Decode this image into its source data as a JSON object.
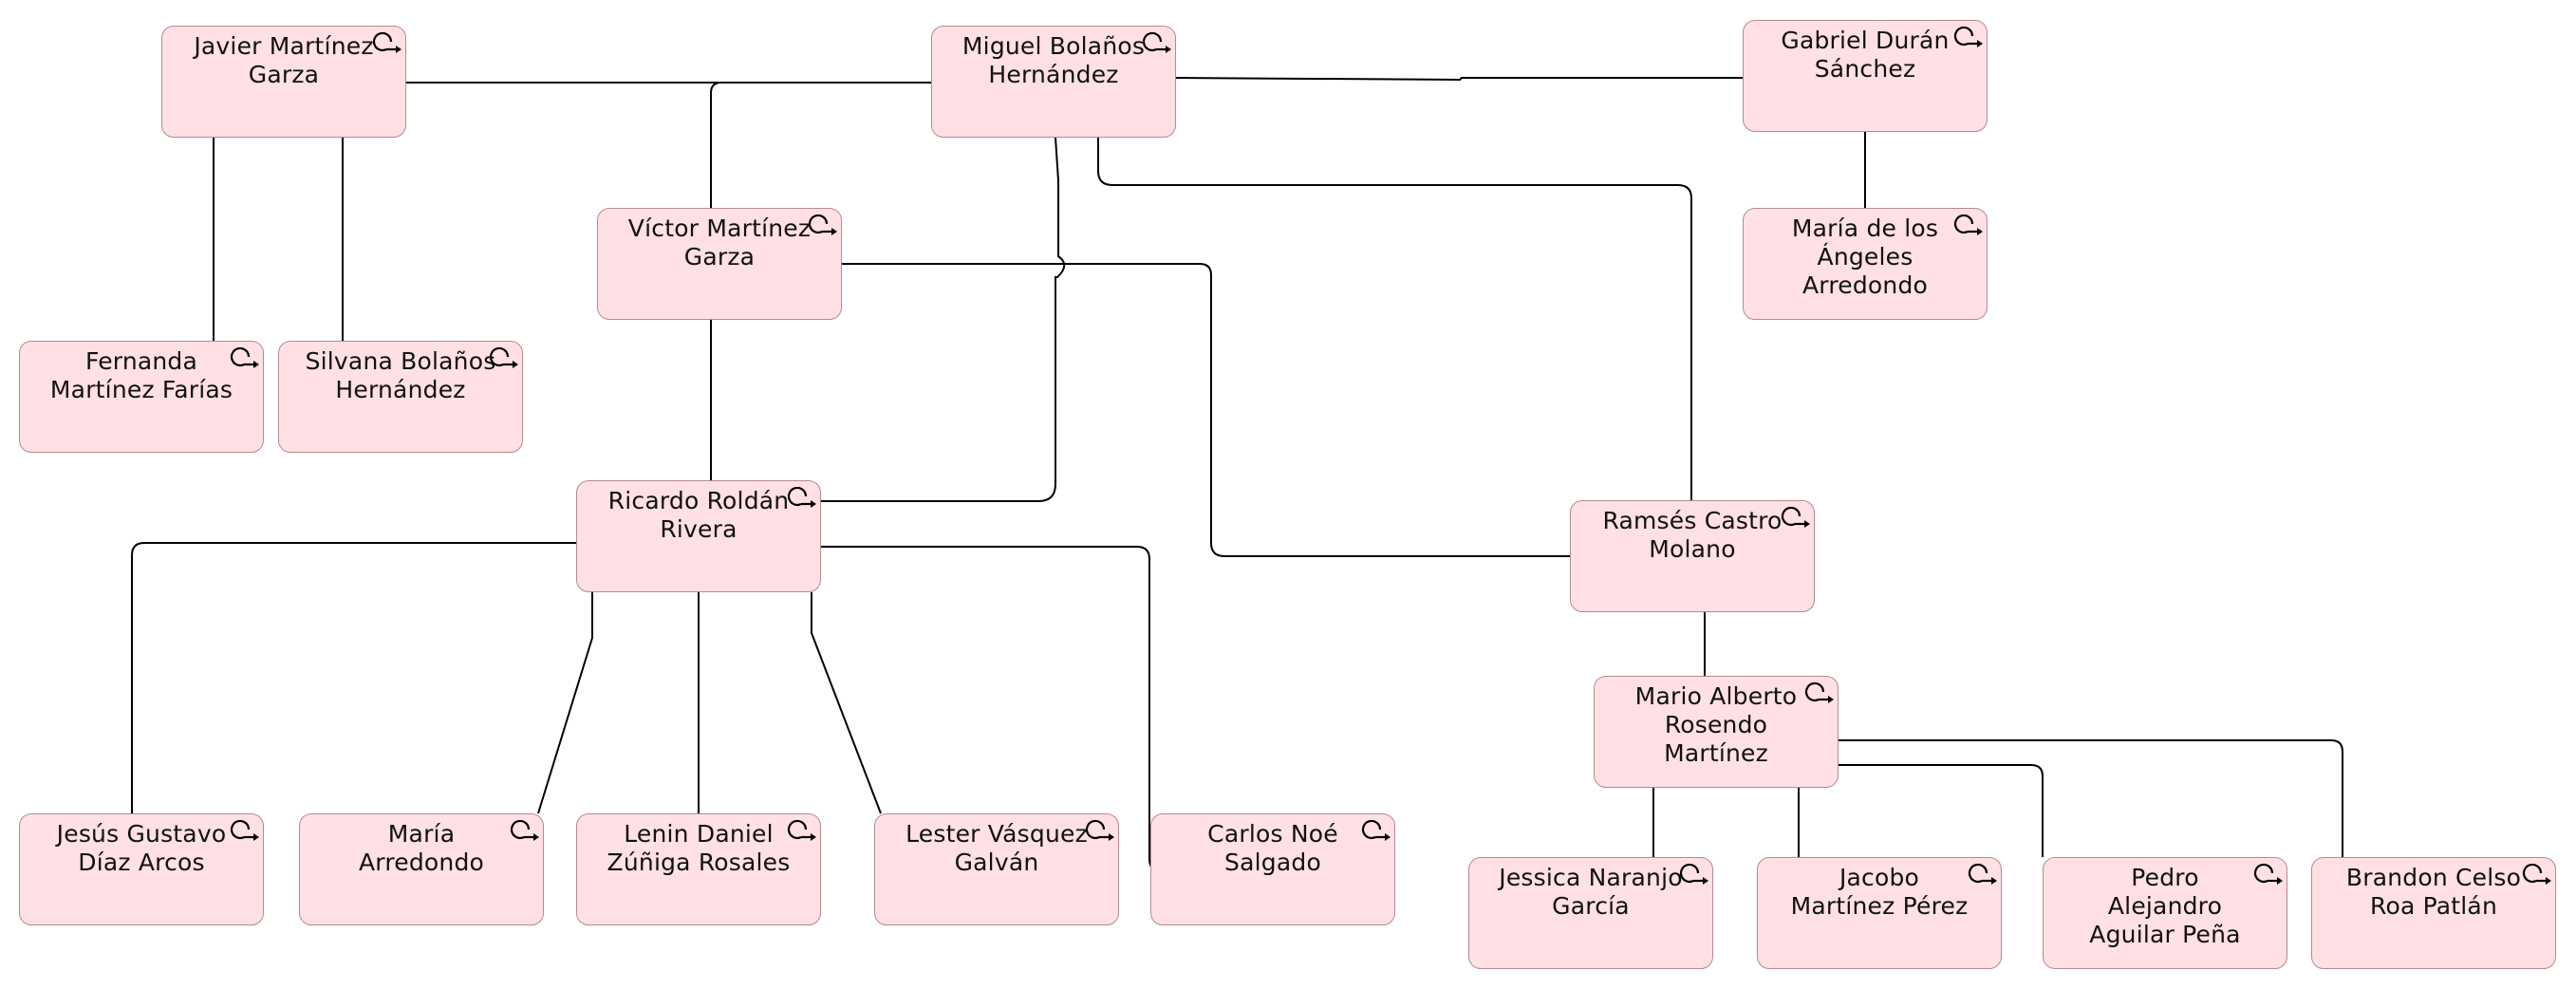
{
  "colors": {
    "node_fill": "#ffe0e4",
    "node_border": "#b58a90",
    "edge": "#000000"
  },
  "node_icon": "loop-arrow-icon",
  "nodes": [
    {
      "id": "javier",
      "label": "Javier Martínez\nGarza"
    },
    {
      "id": "miguel",
      "label": "Miguel Bolaños\nHernández"
    },
    {
      "id": "gabriel",
      "label": "Gabriel Durán\nSánchez"
    },
    {
      "id": "victor",
      "label": "Víctor Martínez\nGarza"
    },
    {
      "id": "maria_angeles",
      "label": "María de los\nÁngeles\nArredondo"
    },
    {
      "id": "fernanda",
      "label": "Fernanda\nMartínez Farías"
    },
    {
      "id": "silvana",
      "label": "Silvana Bolaños\nHernández"
    },
    {
      "id": "ricardo",
      "label": "Ricardo Roldán\nRivera"
    },
    {
      "id": "ramses",
      "label": "Ramsés Castro\nMolano"
    },
    {
      "id": "mario",
      "label": "Mario Alberto\nRosendo\nMartínez"
    },
    {
      "id": "jesus",
      "label": "Jesús Gustavo\nDíaz Arcos"
    },
    {
      "id": "maria_arredondo",
      "label": "María\nArredondo"
    },
    {
      "id": "lenin",
      "label": "Lenin Daniel\nZúñiga Rosales"
    },
    {
      "id": "lester",
      "label": "Lester Vásquez\nGalván"
    },
    {
      "id": "carlos",
      "label": "Carlos Noé\nSalgado"
    },
    {
      "id": "jessica",
      "label": "Jessica Naranjo\nGarcía"
    },
    {
      "id": "jacobo",
      "label": "Jacobo\nMartínez Pérez"
    },
    {
      "id": "pedro",
      "label": "Pedro\nAlejandro\nAguilar Peña"
    },
    {
      "id": "brandon",
      "label": "Brandon Celso\nRoa Patlán"
    }
  ],
  "edges": [
    {
      "from": "javier",
      "to": "miguel"
    },
    {
      "from": "miguel",
      "to": "gabriel"
    },
    {
      "from": "javier",
      "to": "fernanda"
    },
    {
      "from": "javier",
      "to": "silvana"
    },
    {
      "from": "gabriel",
      "to": "maria_angeles"
    },
    {
      "from": "miguel",
      "to": "victor"
    },
    {
      "from": "miguel",
      "to": "ricardo"
    },
    {
      "from": "miguel",
      "to": "ramses"
    },
    {
      "from": "victor",
      "to": "ricardo"
    },
    {
      "from": "victor",
      "to": "ramses"
    },
    {
      "from": "ricardo",
      "to": "jesus"
    },
    {
      "from": "ricardo",
      "to": "maria_arredondo"
    },
    {
      "from": "ricardo",
      "to": "lenin"
    },
    {
      "from": "ricardo",
      "to": "lester"
    },
    {
      "from": "ricardo",
      "to": "carlos"
    },
    {
      "from": "ramses",
      "to": "mario"
    },
    {
      "from": "mario",
      "to": "jessica"
    },
    {
      "from": "mario",
      "to": "jacobo"
    },
    {
      "from": "mario",
      "to": "pedro"
    },
    {
      "from": "mario",
      "to": "brandon"
    }
  ]
}
